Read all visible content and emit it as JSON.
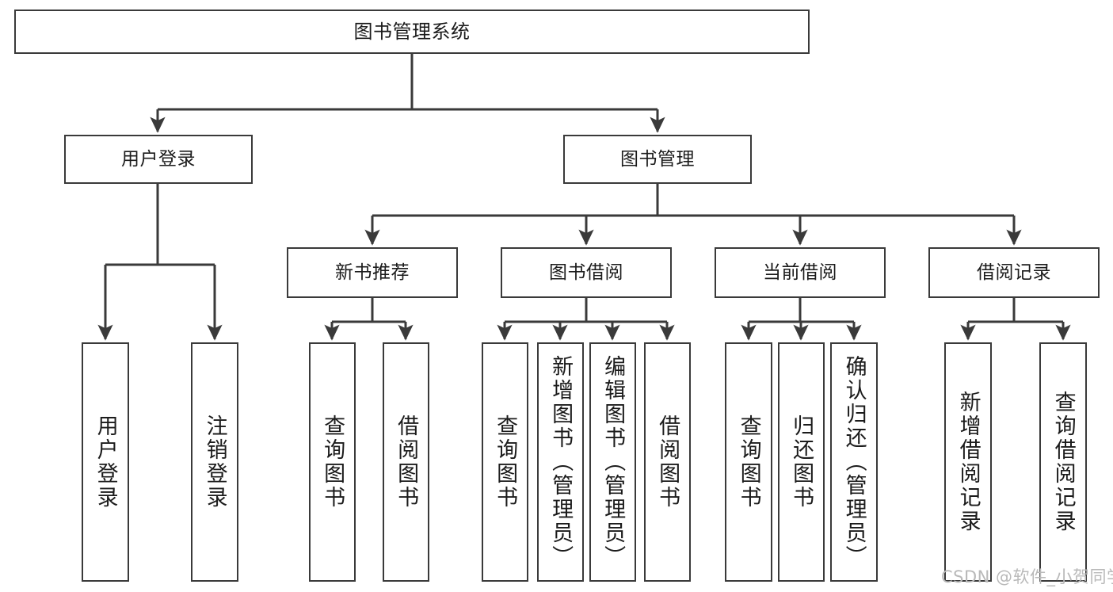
{
  "diagram": {
    "type": "tree",
    "title": "图书管理系统",
    "watermark": "CSDN @软件_小贺同学",
    "colors": {
      "node_border": "#3a3a3a",
      "node_fill": "#ffffff",
      "edge": "#3a3a3a",
      "text": "#1b1b1b",
      "watermark": "#b9b9b9",
      "background": "#ffffff"
    },
    "root": {
      "label": "图书管理系统"
    },
    "level2": [
      {
        "label": "用户登录"
      },
      {
        "label": "图书管理"
      }
    ],
    "level3": [
      {
        "label": "新书推荐"
      },
      {
        "label": "图书借阅"
      },
      {
        "label": "当前借阅"
      },
      {
        "label": "借阅记录"
      }
    ],
    "leaves": {
      "user_login": [
        {
          "label": "用户登录"
        },
        {
          "label": "注销登录"
        }
      ],
      "new_book_recommend": [
        {
          "label": "查询图书"
        },
        {
          "label": "借阅图书"
        }
      ],
      "book_borrow": [
        {
          "label": "查询图书"
        },
        {
          "label": "新增图书（管理员）"
        },
        {
          "label": "编辑图书（管理员）"
        },
        {
          "label": "借阅图书"
        }
      ],
      "current_borrow": [
        {
          "label": "查询图书"
        },
        {
          "label": "归还图书"
        },
        {
          "label": "确认归还（管理员）"
        }
      ],
      "borrow_record": [
        {
          "label": "新增借阅记录"
        },
        {
          "label": "查询借阅记录"
        }
      ]
    }
  }
}
